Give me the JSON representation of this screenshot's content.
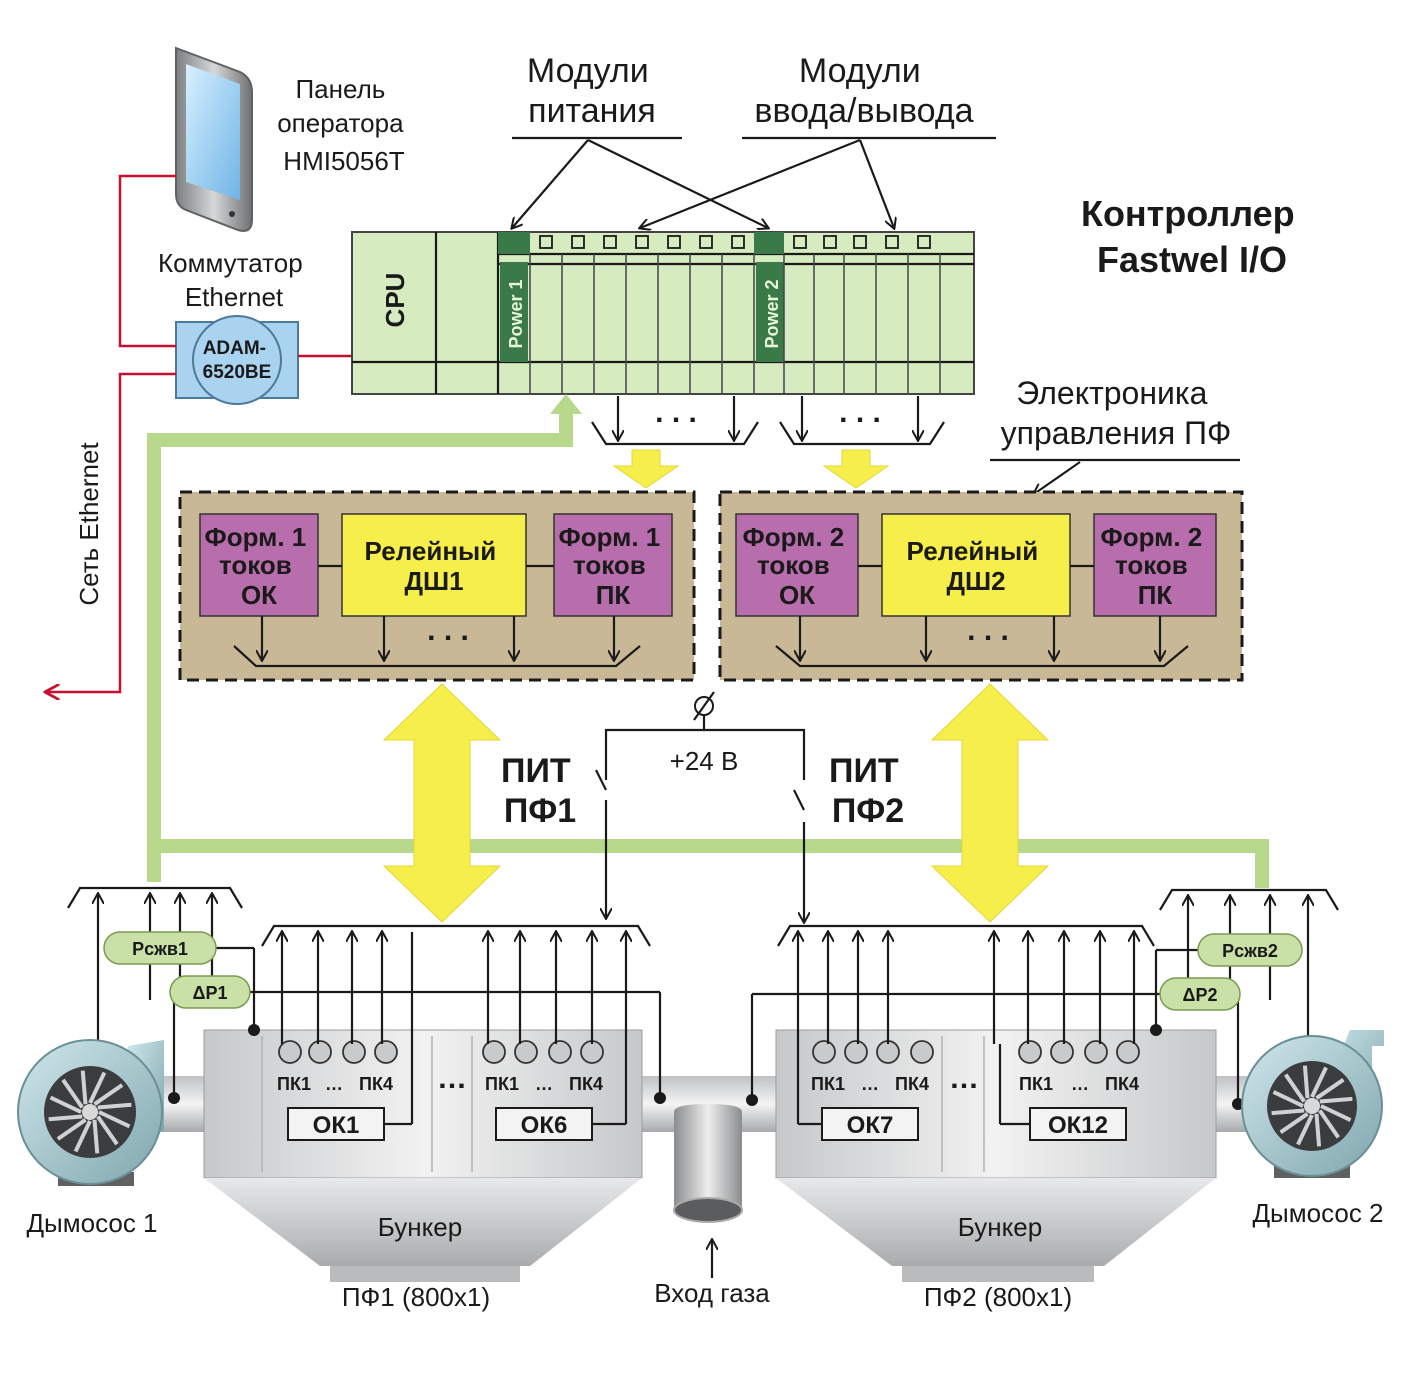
{
  "hmi": {
    "label": [
      "Панель",
      "оператора",
      "HMI5056T"
    ]
  },
  "switch": {
    "label": [
      "Коммутатор",
      "Ethernet"
    ],
    "model": [
      "ADAM-",
      "6520BE"
    ]
  },
  "network": {
    "label": "Сеть Ethernet"
  },
  "controller": {
    "title": [
      "Контроллер",
      "Fastwel I/O"
    ],
    "cpu_label": "CPU",
    "power1_label": "Power 1",
    "power2_label": "Power 2",
    "power_modules_label": [
      "Модули",
      "питания"
    ],
    "io_modules_label": [
      "Модули",
      "ввода/вывода"
    ],
    "dots": ". . ."
  },
  "electronics": {
    "label": [
      "Электроника",
      "управления ПФ"
    ],
    "block1": {
      "form_ok": [
        "Форм. 1",
        "токов",
        "ОК"
      ],
      "relay": [
        "Релейный",
        "ДШ1"
      ],
      "form_pk": [
        "Форм. 1",
        "токов",
        "ПК"
      ]
    },
    "block2": {
      "form_ok": [
        "Форм. 2",
        "токов",
        "ОК"
      ],
      "relay": [
        "Релейный",
        "ДШ2"
      ],
      "form_pk": [
        "Форм. 2",
        "токов",
        "ПК"
      ]
    },
    "dots": ". . ."
  },
  "power": {
    "pit1": [
      "ПИТ",
      "ПФ1"
    ],
    "pit2": [
      "ПИТ",
      "ПФ2"
    ],
    "voltage": "+24 В"
  },
  "sensors": {
    "pszh1": "Рсжв1",
    "pszh2": "Рсжв2",
    "dp1": "ΔP1",
    "dp2": "ΔP2"
  },
  "filters": {
    "pk1": "ПК1",
    "pk4": "ПК4",
    "pk_dots": "…",
    "section_dots": "…",
    "ok1": "ОК1",
    "ok6": "ОК6",
    "ok7": "ОК7",
    "ok12": "ОК12",
    "bunker": "Бункер",
    "pf1": "ПФ1 (800x1)",
    "pf2": "ПФ2 (800x1)"
  },
  "gas_inlet": "Вход газа",
  "fans": {
    "fan1": "Дымосос 1",
    "fan2": "Дымосос 2"
  },
  "colors": {
    "module_green": "#d6ebc0",
    "power_dark": "#3a7a48",
    "brown_box": "#c9b896",
    "yellow": "#f6ee4a",
    "magenta": "#b86eac",
    "light_green_bus": "#b8d88c",
    "red_link": "#c8102e",
    "switch_blue": "#a9d3ee"
  }
}
